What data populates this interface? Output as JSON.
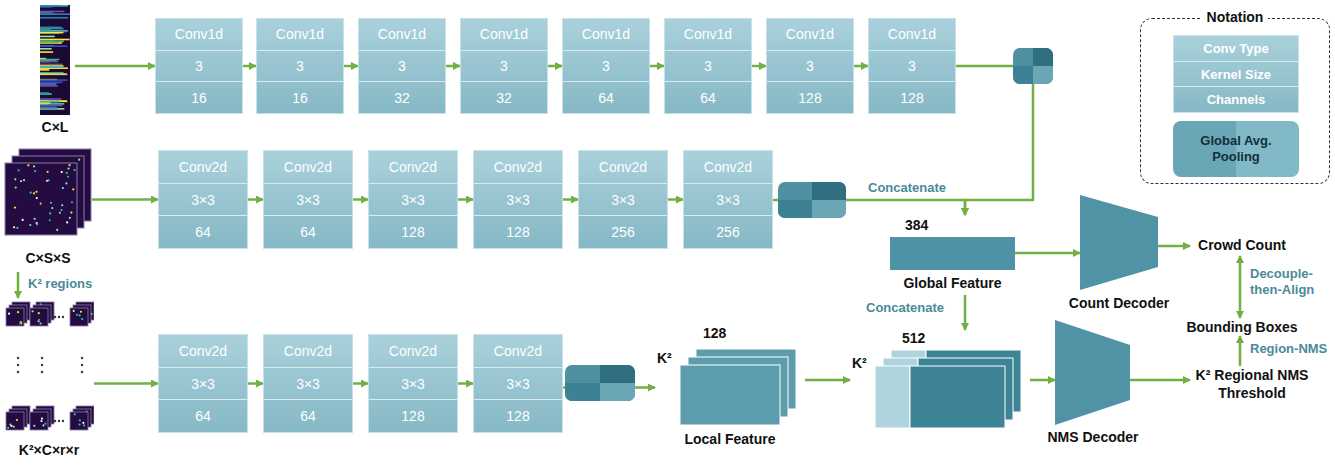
{
  "diagram": {
    "nodes": [
      {
        "text": [
          "C×L"
        ]
      },
      {
        "text": [
          "Conv1d",
          "3",
          "16"
        ]
      },
      {
        "text": [
          "Conv1d",
          "3",
          "16"
        ]
      },
      {
        "text": [
          "Conv1d",
          "3",
          "32"
        ]
      },
      {
        "text": [
          "Conv1d",
          "3",
          "32"
        ]
      },
      {
        "text": [
          "Conv1d",
          "3",
          "64"
        ]
      },
      {
        "text": [
          "Conv1d",
          "3",
          "64"
        ]
      },
      {
        "text": [
          "Conv1d",
          "3",
          "128"
        ]
      },
      {
        "text": [
          "Conv1d",
          "3",
          "128"
        ]
      },
      {
        "text": [
          "C×S×S"
        ]
      },
      {
        "text": [
          "Conv2d",
          "3×3",
          "64"
        ]
      },
      {
        "text": [
          "Conv2d",
          "3×3",
          "64"
        ]
      },
      {
        "text": [
          "Conv2d",
          "3×3",
          "128"
        ]
      },
      {
        "text": [
          "Conv2d",
          "3×3",
          "128"
        ]
      },
      {
        "text": [
          "Conv2d",
          "3×3",
          "256"
        ]
      },
      {
        "text": [
          "Conv2d",
          "3×3",
          "256"
        ]
      },
      {
        "text": [
          "K²×C×r×r"
        ]
      },
      {
        "text": [
          "Conv2d",
          "3×3",
          "64"
        ]
      },
      {
        "text": [
          "Conv2d",
          "3×3",
          "64"
        ]
      },
      {
        "text": [
          "Conv2d",
          "3×3",
          "128"
        ]
      },
      {
        "text": [
          "Conv2d",
          "3×3",
          "128"
        ]
      },
      {
        "text": [
          "384",
          "Global Feature"
        ]
      },
      {
        "text": [
          "K²",
          "128",
          "Local Feature"
        ]
      },
      {
        "text": [
          "K²",
          "512"
        ]
      },
      {
        "text": [
          "Count Decoder"
        ]
      },
      {
        "text": [
          "NMS Decoder"
        ]
      },
      {
        "text": [
          "Crowd Count"
        ]
      },
      {
        "text": [
          "Bounding Boxes"
        ]
      },
      {
        "text": [
          "K² Regional NMS Threshold"
        ]
      },
      {
        "text": [
          "Notation"
        ]
      },
      {
        "text": [
          "Conv Type",
          "Kernel Size",
          "Channels"
        ],
        "in": 29
      },
      {
        "text": [
          "Global Avg. Pooling"
        ],
        "in": 29
      }
    ],
    "edges": [
      {
        "from": 0,
        "to": 1,
        "arrow": "to"
      },
      {
        "from": 1,
        "to": 2,
        "arrow": "to"
      },
      {
        "from": 2,
        "to": 3,
        "arrow": "to"
      },
      {
        "from": 3,
        "to": 4,
        "arrow": "to"
      },
      {
        "from": 4,
        "to": 5,
        "arrow": "to"
      },
      {
        "from": 5,
        "to": 6,
        "arrow": "to"
      },
      {
        "from": 6,
        "to": 7,
        "arrow": "to"
      },
      {
        "from": 7,
        "to": 8,
        "arrow": "to"
      },
      {
        "from": 8,
        "to": 21,
        "label": "Concatenate",
        "arrow": "to"
      },
      {
        "from": 9,
        "to": 10,
        "arrow": "to"
      },
      {
        "from": 10,
        "to": 11,
        "arrow": "to"
      },
      {
        "from": 11,
        "to": 12,
        "arrow": "to"
      },
      {
        "from": 12,
        "to": 13,
        "arrow": "to"
      },
      {
        "from": 13,
        "to": 14,
        "arrow": "to"
      },
      {
        "from": 14,
        "to": 15,
        "arrow": "to"
      },
      {
        "from": 15,
        "to": 21,
        "arrow": "to"
      },
      {
        "from": 9,
        "to": 16,
        "label": "K² regions",
        "arrow": "to"
      },
      {
        "from": 16,
        "to": 17,
        "arrow": "to"
      },
      {
        "from": 17,
        "to": 18,
        "arrow": "to"
      },
      {
        "from": 18,
        "to": 19,
        "arrow": "to"
      },
      {
        "from": 19,
        "to": 20,
        "arrow": "to"
      },
      {
        "from": 20,
        "to": 22,
        "arrow": "to"
      },
      {
        "from": 22,
        "to": 23,
        "arrow": "to"
      },
      {
        "from": 21,
        "to": 23,
        "label": "Concatenate",
        "arrow": "to"
      },
      {
        "from": 21,
        "to": 24,
        "arrow": "to"
      },
      {
        "from": 24,
        "to": 26,
        "arrow": "to"
      },
      {
        "from": 23,
        "to": 25,
        "arrow": "to"
      },
      {
        "from": 25,
        "to": 28,
        "arrow": "to"
      },
      {
        "from": 28,
        "to": 27,
        "label": "Region-NMS",
        "arrow": "to"
      },
      {
        "from": 26,
        "to": 27,
        "label": "Decouple-then-Align",
        "arrow": "both"
      }
    ]
  }
}
